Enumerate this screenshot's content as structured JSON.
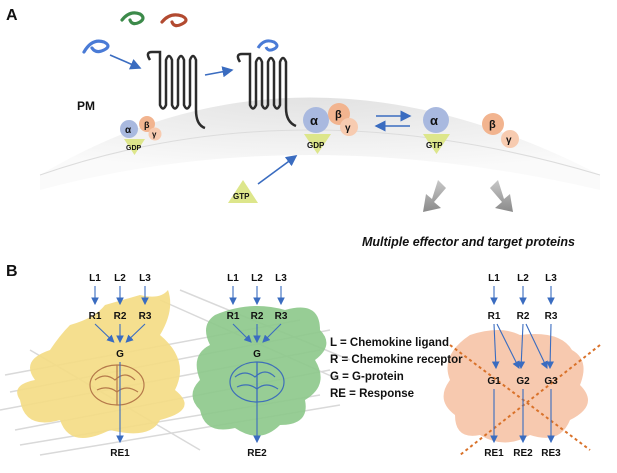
{
  "panel_a": {
    "label": "A",
    "membrane_label": "PM",
    "subunits": {
      "alpha": "α",
      "beta": "β",
      "gamma": "γ"
    },
    "nucleotides": {
      "gdp": "GDP",
      "gtp": "GTP"
    },
    "caption": "Multiple effector and target proteins",
    "colors": {
      "alpha": "#a9b9df",
      "beta": "#f2b48f",
      "gamma": "#f7cbb0",
      "triangle": "#dde68b",
      "arrow": "#3a6cc0",
      "membrane": "#ececec"
    },
    "ligand_colors": [
      "#4a7bd6",
      "#3c8a4a",
      "#b24a30"
    ]
  },
  "panel_b": {
    "label": "B",
    "cells": [
      {
        "ligands": [
          "L1",
          "L2",
          "L3"
        ],
        "receptors": [
          "R1",
          "R2",
          "R3"
        ],
        "gprotein": "G",
        "response": "RE1",
        "color": "#f4dc83"
      },
      {
        "ligands": [
          "L1",
          "L2",
          "L3"
        ],
        "receptors": [
          "R1",
          "R2",
          "R3"
        ],
        "gprotein": "G",
        "response": "RE2",
        "color": "#8cc88a"
      },
      {
        "ligands": [
          "L1",
          "L2",
          "L3"
        ],
        "receptors": [
          "R1",
          "R2",
          "R3"
        ],
        "gproteins": [
          "G1",
          "G2",
          "G3"
        ],
        "responses": [
          "RE1",
          "RE2",
          "RE3"
        ],
        "color": "#f6c3a6"
      }
    ],
    "legend": [
      "L = Chemokine ligand",
      "R = Chemokine receptor",
      "G = G-protein",
      "RE = Response"
    ]
  }
}
